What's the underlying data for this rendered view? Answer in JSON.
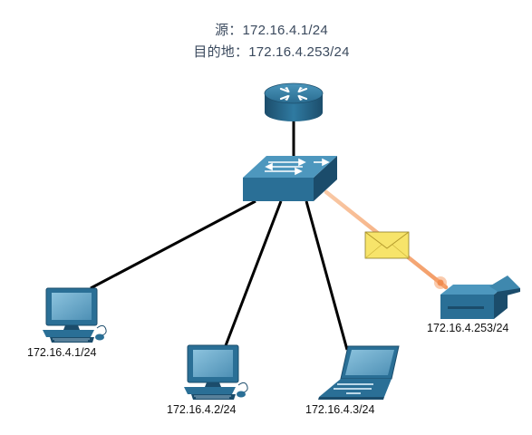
{
  "header": {
    "source_label": "源：",
    "source_ip": "172.16.4.1/24",
    "dest_label": "目的地：",
    "dest_ip": "172.16.4.253/24"
  },
  "devices": {
    "router": {
      "icon": "router-icon"
    },
    "switch": {
      "icon": "switch-icon"
    },
    "pc1": {
      "icon": "desktop-pc-icon",
      "label": "172.16.4.1/24"
    },
    "pc2": {
      "icon": "desktop-pc-icon",
      "label": "172.16.4.2/24"
    },
    "laptop": {
      "icon": "laptop-icon",
      "label": "172.16.4.3/24"
    },
    "printer": {
      "icon": "printer-icon",
      "label": "172.16.4.253/24"
    }
  },
  "message": {
    "icon": "envelope-icon"
  },
  "colors": {
    "device_blue": "#2b6f93",
    "device_dark": "#1d4f6d",
    "device_light": "#5fa3c6",
    "link": "#000000",
    "traffic_path": "#f4b183",
    "envelope": "#f7e46a",
    "header_text": "#3b4a5e"
  }
}
